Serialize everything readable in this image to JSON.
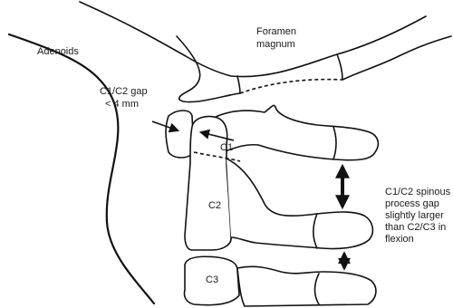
{
  "labels": {
    "adenoids": "Adenoids",
    "foramen_line1": "Foramen",
    "foramen_line2": "magnum",
    "gap_line1": "C1/C2 gap",
    "gap_line2": "< 4 mm",
    "c1": "C1",
    "c2": "C2",
    "c3": "C3",
    "spinous_line1": "C1/C2 spinous",
    "spinous_line2": "process gap",
    "spinous_line3": "slightly larger",
    "spinous_line4": "than C2/C3 in",
    "spinous_line5": "flexion"
  },
  "icons": {
    "gap_arrows": "arrow-pair-icon",
    "spinous_gap_large": "double-arrow-icon",
    "spinous_gap_small": "double-arrow-icon"
  },
  "colors": {
    "line": "#111111",
    "background": "#ffffff"
  }
}
